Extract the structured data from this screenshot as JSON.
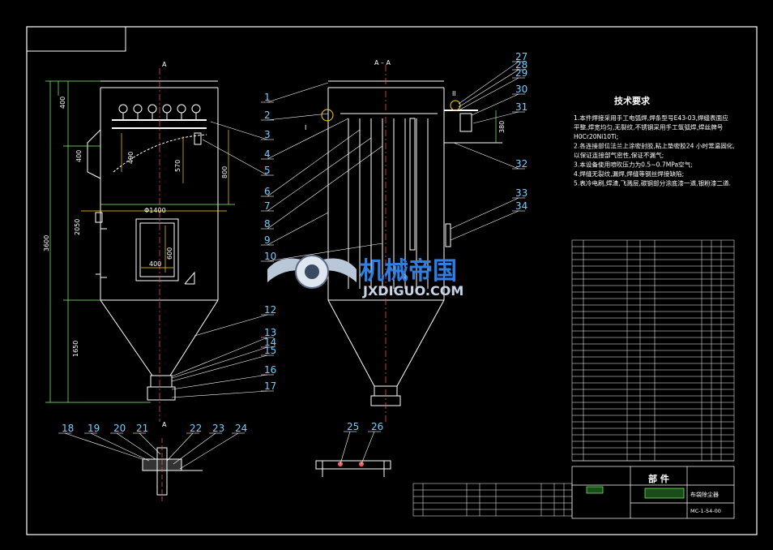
{
  "drawing": {
    "section_mark_left": "A",
    "section_view_title": "A – A",
    "detail_marks": [
      "I",
      "II"
    ],
    "dimensions": {
      "d400a": "400",
      "d400b": "400",
      "d2050": "2050",
      "d3600": "3600",
      "d1650": "1650",
      "d490": "490",
      "d570": "570",
      "d800": "800",
      "phi1400": "Φ1400",
      "d400w": "400",
      "d600": "600",
      "d380": "380"
    },
    "part_labels_left": [
      "1",
      "2",
      "3",
      "4",
      "5",
      "6",
      "7",
      "8",
      "9",
      "10",
      "12",
      "13",
      "14",
      "15",
      "16",
      "17"
    ],
    "part_labels_right": [
      "27",
      "28",
      "29",
      "30",
      "31",
      "32",
      "33",
      "34"
    ],
    "part_labels_bottom_left": [
      "18",
      "19",
      "20",
      "21",
      "22",
      "23",
      "24"
    ],
    "part_labels_bottom_mid": [
      "25",
      "26"
    ]
  },
  "notes": {
    "title": "技术要求",
    "lines": [
      "1.本件焊接采用手工电弧焊,焊条型号E43-03,焊缝表面应",
      "平整,焊宽均匀,无裂纹,不锈钢采用手工氩弧焊,焊丝牌号",
      "H0Cr20Ni10Ti;",
      "2.各连接部位法兰上涂密封胶,粘上垫密胶24 小时常温固化,",
      "以保证连接部气密性,保证不漏气;",
      "3.本设备使用喷吹压力为0.5~0.7MPa空气;",
      "4.焊缝无裂纹,漏焊,焊缝等钢丝焊接缺陷;",
      "5.表冷电刷,焊渣,飞溅层,碳钢部分涂底漆一道,银粉漆二道."
    ]
  },
  "watermark": {
    "brand": "机械帝国",
    "site": "JXDIGUO.COM"
  },
  "title_block": {
    "component_label": "部 件",
    "drawing_name": "布袋除尘器",
    "drawing_code": "MC-1-54-00"
  }
}
